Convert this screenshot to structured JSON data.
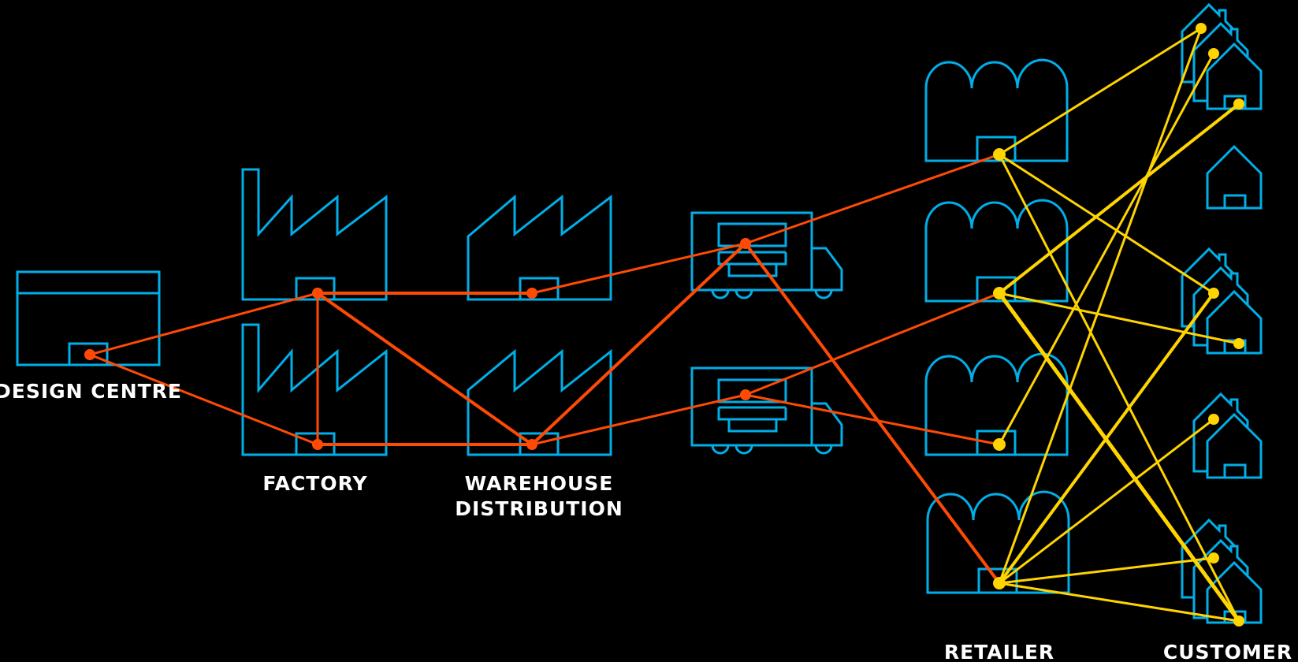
{
  "labels": {
    "design_centre": "DESIGN CENTRE",
    "factory": "FACTORY",
    "warehouse_line1": "WAREHOUSE",
    "warehouse_line2": "DISTRIBUTION",
    "retailer": "RETAILER",
    "customer": "CUSTOMER"
  },
  "colors": {
    "background": "#000000",
    "icon_stroke": "#00aee8",
    "upstream_link": "#ff4a06",
    "downstream_link": "#ffd400",
    "label_text": "#ffffff"
  },
  "icons": {
    "design_centre": "design-centre-building-icon",
    "factory": "factory-icon",
    "warehouse": "warehouse-icon",
    "truck": "delivery-truck-icon",
    "retailer": "retail-store-icon",
    "customer": "house-icon"
  }
}
